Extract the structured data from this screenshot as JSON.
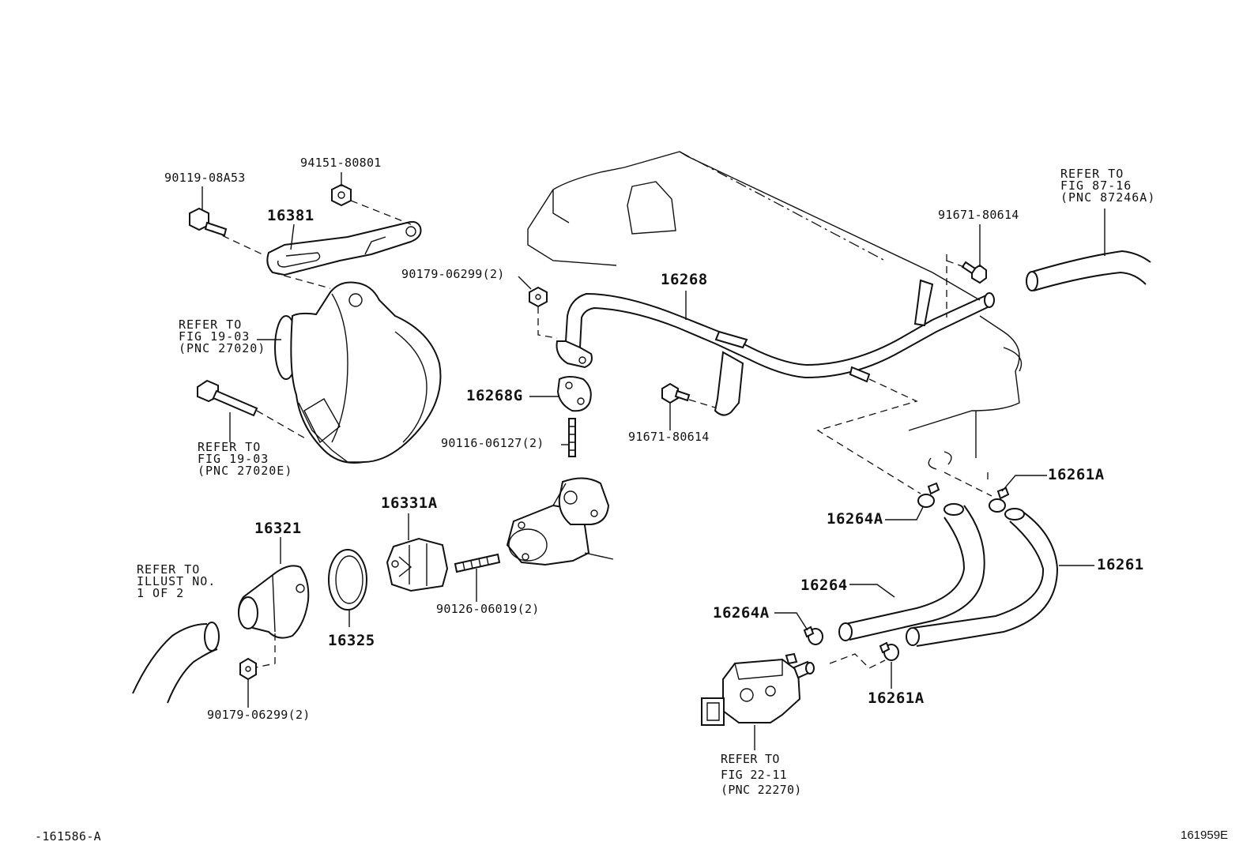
{
  "labels": {
    "p90119_08A53": "90119-08A53",
    "p94151_80801": "94151-80801",
    "p16381": "16381",
    "ref_19_03_a": "REFER TO\nFIG 19-03\n(PNC 27020)",
    "ref_19_03_b": "REFER TO\nFIG 19-03\n(PNC 27020E)",
    "p90179_06299_top": "90179-06299(2)",
    "p16268": "16268",
    "p16268G": "16268G",
    "p90116_06127": "90116-06127(2)",
    "p91671_80614_a": "91671-80614",
    "p91671_80614_b": "91671-80614",
    "ref_87_16": "REFER TO\nFIG 87-16\n(PNC 87246A)",
    "p16261A_top": "16261A",
    "p16264A_top": "16264A",
    "p16331A": "16331A",
    "p16321": "16321",
    "ref_illust": "REFER TO\nILLUST NO.\n1 OF 2",
    "p16325": "16325",
    "p90126_06019": "90126-06019(2)",
    "p16264": "16264",
    "p16261": "16261",
    "p16264A_bottom": "16264A",
    "p16261A_bottom": "16261A",
    "p90179_06299_bottom": "90179-06299(2)",
    "ref_22_11": "REFER TO\nFIG 22-11\n(PNC 22270)"
  },
  "footer": {
    "left_code": "-161586-A",
    "right_code": "161959E"
  }
}
